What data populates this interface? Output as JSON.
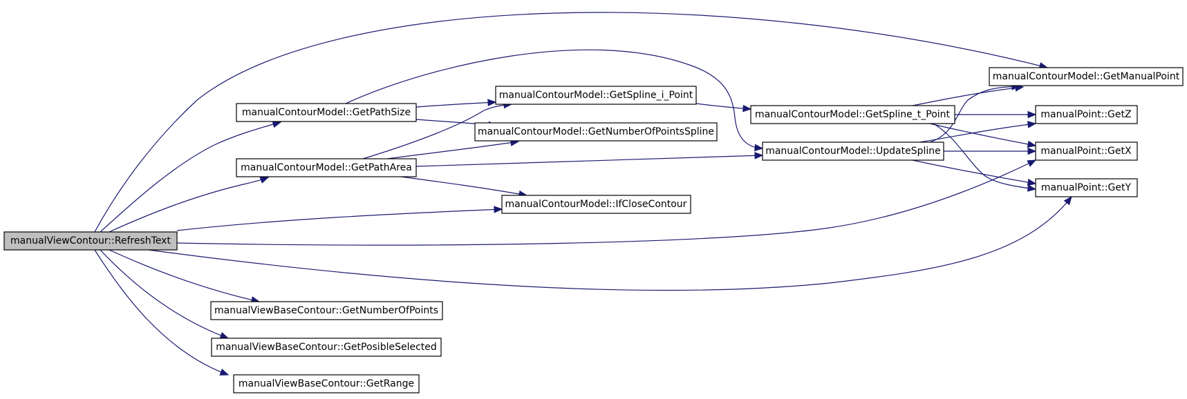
{
  "diagram": {
    "nodes": [
      {
        "id": "refreshtext",
        "label": "manualViewContour::RefreshText",
        "root": true
      },
      {
        "id": "getpathsize",
        "label": "manualContourModel::GetPathSize"
      },
      {
        "id": "getpatharea",
        "label": "manualContourModel::GetPathArea"
      },
      {
        "id": "getsplineipoint",
        "label": "manualContourModel::GetSpline_i_Point"
      },
      {
        "id": "getnumberofpointsspline",
        "label": "manualContourModel::GetNumberOfPointsSpline"
      },
      {
        "id": "ifclosecontour",
        "label": "manualContourModel::IfCloseContour"
      },
      {
        "id": "getsplinetpoint",
        "label": "manualContourModel::GetSpline_t_Point"
      },
      {
        "id": "updatespline",
        "label": "manualContourModel::UpdateSpline"
      },
      {
        "id": "getmanualpoint",
        "label": "manualContourModel::GetManualPoint"
      },
      {
        "id": "getz",
        "label": "manualPoint::GetZ"
      },
      {
        "id": "getx",
        "label": "manualPoint::GetX"
      },
      {
        "id": "gety",
        "label": "manualPoint::GetY"
      },
      {
        "id": "getnumberofpoints",
        "label": "manualViewBaseContour::GetNumberOfPoints"
      },
      {
        "id": "getposibleselected",
        "label": "manualViewBaseContour::GetPosibleSelected"
      },
      {
        "id": "getrange",
        "label": "manualViewBaseContour::GetRange"
      }
    ],
    "edges": [
      {
        "from": "refreshtext",
        "to": "getmanualpoint"
      },
      {
        "from": "refreshtext",
        "to": "getpathsize"
      },
      {
        "from": "refreshtext",
        "to": "getpatharea"
      },
      {
        "from": "refreshtext",
        "to": "ifclosecontour"
      },
      {
        "from": "refreshtext",
        "to": "getx"
      },
      {
        "from": "refreshtext",
        "to": "gety"
      },
      {
        "from": "refreshtext",
        "to": "getnumberofpoints"
      },
      {
        "from": "refreshtext",
        "to": "getposibleselected"
      },
      {
        "from": "refreshtext",
        "to": "getrange"
      },
      {
        "from": "getpathsize",
        "to": "getsplineipoint"
      },
      {
        "from": "getpathsize",
        "to": "getnumberofpointsspline"
      },
      {
        "from": "getpathsize",
        "to": "updatespline"
      },
      {
        "from": "getpatharea",
        "to": "getsplineipoint"
      },
      {
        "from": "getpatharea",
        "to": "getnumberofpointsspline"
      },
      {
        "from": "getpatharea",
        "to": "ifclosecontour"
      },
      {
        "from": "getpatharea",
        "to": "updatespline"
      },
      {
        "from": "getsplineipoint",
        "to": "getsplinetpoint"
      },
      {
        "from": "getsplinetpoint",
        "to": "getmanualpoint"
      },
      {
        "from": "getsplinetpoint",
        "to": "getz"
      },
      {
        "from": "getsplinetpoint",
        "to": "getx"
      },
      {
        "from": "getsplinetpoint",
        "to": "gety"
      },
      {
        "from": "updatespline",
        "to": "getmanualpoint"
      },
      {
        "from": "updatespline",
        "to": "getz"
      },
      {
        "from": "updatespline",
        "to": "getx"
      },
      {
        "from": "updatespline",
        "to": "gety"
      }
    ]
  }
}
